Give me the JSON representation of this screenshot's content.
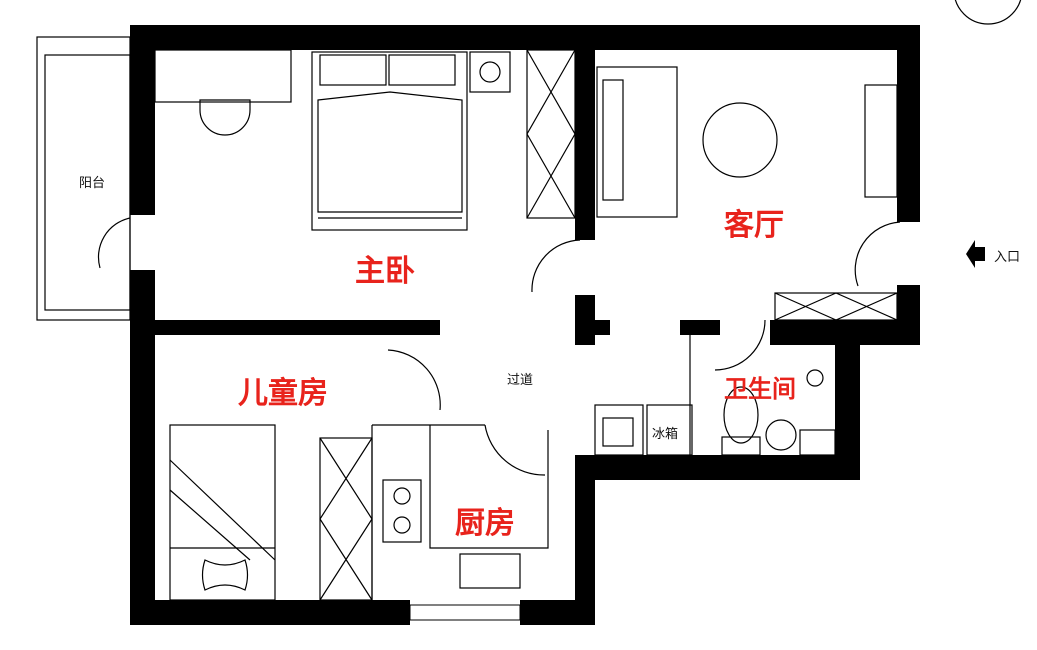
{
  "rooms": {
    "balcony": "阳台",
    "master_bedroom": "主卧",
    "living_room": "客厅",
    "kids_room": "儿童房",
    "corridor": "过道",
    "bathroom": "卫生间",
    "kitchen": "厨房"
  },
  "fixtures": {
    "fridge": "冰箱"
  },
  "entrance": {
    "label": "入口",
    "icon": "arrow-left-icon"
  },
  "colors": {
    "room_label": "#e8231c",
    "wall": "#000000"
  }
}
